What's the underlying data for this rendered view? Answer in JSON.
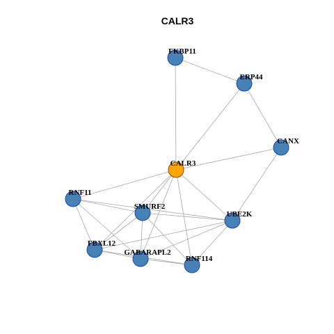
{
  "graph": {
    "title": "CALR3",
    "colors": {
      "center_fill": "#FFA500",
      "center_stroke": "#8B4513",
      "node_fill": "#4682B4",
      "node_stroke": "#1F3FBF",
      "edge": "#A8A8A8"
    },
    "nodes": [
      {
        "id": "CALR3",
        "label": "CALR3",
        "center": true
      },
      {
        "id": "FKBP11",
        "label": "FKBP11"
      },
      {
        "id": "ERP44",
        "label": "ERP44"
      },
      {
        "id": "CANX",
        "label": "CANX"
      },
      {
        "id": "RNF11",
        "label": "RNF11"
      },
      {
        "id": "SMURF2",
        "label": "SMURF2"
      },
      {
        "id": "UBE2K",
        "label": "UBE2K"
      },
      {
        "id": "FBXL12",
        "label": "FBXL12"
      },
      {
        "id": "GABARAPL2",
        "label": "GABARAPL2"
      },
      {
        "id": "RNF114",
        "label": "RNF114"
      }
    ],
    "edges": [
      [
        "FKBP11",
        "ERP44"
      ],
      [
        "FKBP11",
        "CALR3"
      ],
      [
        "ERP44",
        "CALR3"
      ],
      [
        "ERP44",
        "CANX"
      ],
      [
        "CANX",
        "CALR3"
      ],
      [
        "CANX",
        "UBE2K"
      ],
      [
        "CALR3",
        "RNF11"
      ],
      [
        "CALR3",
        "SMURF2"
      ],
      [
        "CALR3",
        "UBE2K"
      ],
      [
        "CALR3",
        "FBXL12"
      ],
      [
        "CALR3",
        "GABARAPL2"
      ],
      [
        "CALR3",
        "RNF114"
      ],
      [
        "RNF11",
        "SMURF2"
      ],
      [
        "RNF11",
        "FBXL12"
      ],
      [
        "RNF11",
        "GABARAPL2"
      ],
      [
        "RNF11",
        "UBE2K"
      ],
      [
        "SMURF2",
        "UBE2K"
      ],
      [
        "SMURF2",
        "FBXL12"
      ],
      [
        "SMURF2",
        "GABARAPL2"
      ],
      [
        "SMURF2",
        "RNF114"
      ],
      [
        "UBE2K",
        "FBXL12"
      ],
      [
        "UBE2K",
        "GABARAPL2"
      ],
      [
        "UBE2K",
        "RNF114"
      ],
      [
        "FBXL12",
        "GABARAPL2"
      ],
      [
        "FBXL12",
        "RNF114"
      ],
      [
        "GABARAPL2",
        "RNF114"
      ]
    ]
  }
}
